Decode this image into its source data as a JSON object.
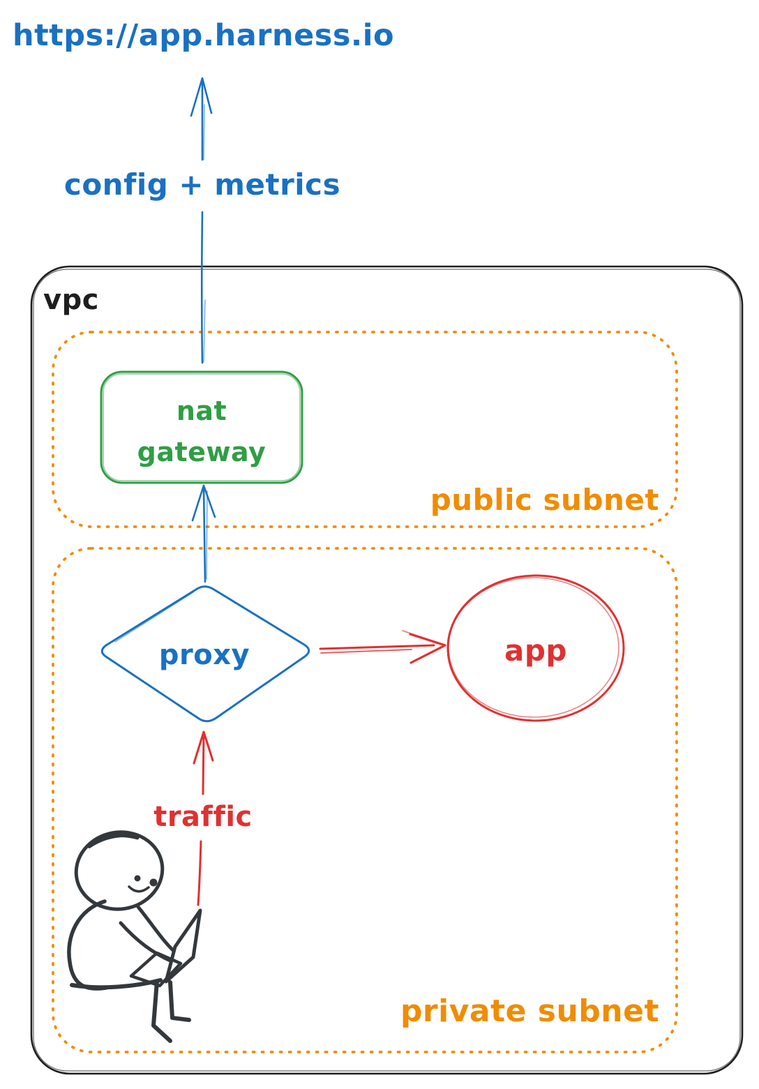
{
  "colors": {
    "blue": "#1971c2",
    "green": "#2f9e44",
    "orange": "#f08c00",
    "red": "#e03131",
    "ink": "#1e1e1e",
    "person_ink": "#33383d"
  },
  "external_endpoint": {
    "url_label": "https://app.harness.io"
  },
  "arrows": {
    "config_metrics_label": "config + metrics",
    "traffic_label": "traffic"
  },
  "vpc": {
    "label": "vpc",
    "public_subnet": {
      "label": "public subnet",
      "nat_gateway_label": "nat\ngateway"
    },
    "private_subnet": {
      "label": "private subnet",
      "proxy_label": "proxy",
      "app_label": "app"
    }
  }
}
